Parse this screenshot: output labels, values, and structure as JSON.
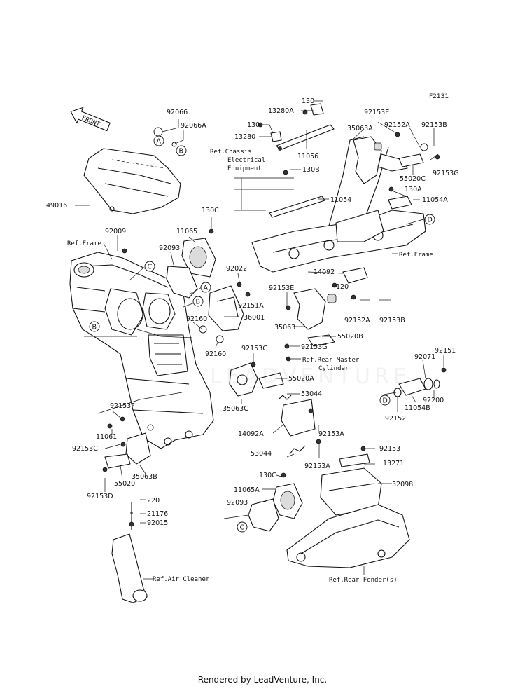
{
  "figure_code": "F2131",
  "front_label": "FRONT",
  "watermark": "LEADVENTURE",
  "footer": "Rendered by LeadVenture, Inc.",
  "callouts": [
    "A",
    "B",
    "C",
    "D"
  ],
  "part_labels": {
    "p92066": "92066",
    "p92066A": "92066A",
    "p49016": "49016",
    "p130C_top": "130C",
    "p11065": "11065",
    "p92009": "92009",
    "ref_frame_left": "Ref.Frame",
    "p92093_top": "92093",
    "p92022": "92022",
    "p92151A": "92151A",
    "p36001": "36001",
    "p92160_a": "92160",
    "p92160_b": "92160",
    "p130_a": "130",
    "p13280A": "13280A",
    "p130_b": "130",
    "p13280": "13280",
    "p11056": "11056",
    "ref_chassis": "Ref.Chassis",
    "ref_electrical": "Electrical",
    "ref_equipment": "Equipment",
    "p130B": "130B",
    "p11054": "11054",
    "p92153E_top": "92153E",
    "p35063A": "35063A",
    "p92152A_top": "92152A",
    "p92153B_top": "92153B",
    "p55020C": "55020C",
    "p92153G_top": "92153G",
    "p130A": "130A",
    "p11054A": "11054A",
    "ref_frame_right": "Ref.Frame",
    "p14092": "14092",
    "p120": "120",
    "p92153E_mid": "92153E",
    "p92152A_mid": "92152A",
    "p92153B_mid": "92153B",
    "p35063": "35063",
    "p55020B": "55020B",
    "p92153G_mid": "92153G",
    "p92153C_mid": "92153C",
    "ref_rear_master": "Ref.Rear Master",
    "ref_cylinder": "Cylinder",
    "p55020A": "55020A",
    "p35063C": "35063C",
    "p53044_a": "53044",
    "p92151": "92151",
    "p92071": "92071",
    "p92200": "92200",
    "p11054B": "11054B",
    "p92152": "92152",
    "p92153F": "92153F",
    "p11061": "11061",
    "p14092A": "14092A",
    "p92153A_a": "92153A",
    "p92153C_left": "92153C",
    "p35063B": "35063B",
    "p55020": "55020",
    "p92153D": "92153D",
    "p53044_b": "53044",
    "p92153A_b": "92153A",
    "p92153_r": "92153",
    "p13271": "13271",
    "p130C_bot": "130C",
    "p11065A": "11065A",
    "p32098": "32098",
    "p92093_bot": "92093",
    "p220": "220",
    "p21176": "21176",
    "p92015": "92015",
    "ref_air_cleaner": "Ref.Air Cleaner",
    "ref_rear_fender": "Ref.Rear Fender(s)"
  }
}
